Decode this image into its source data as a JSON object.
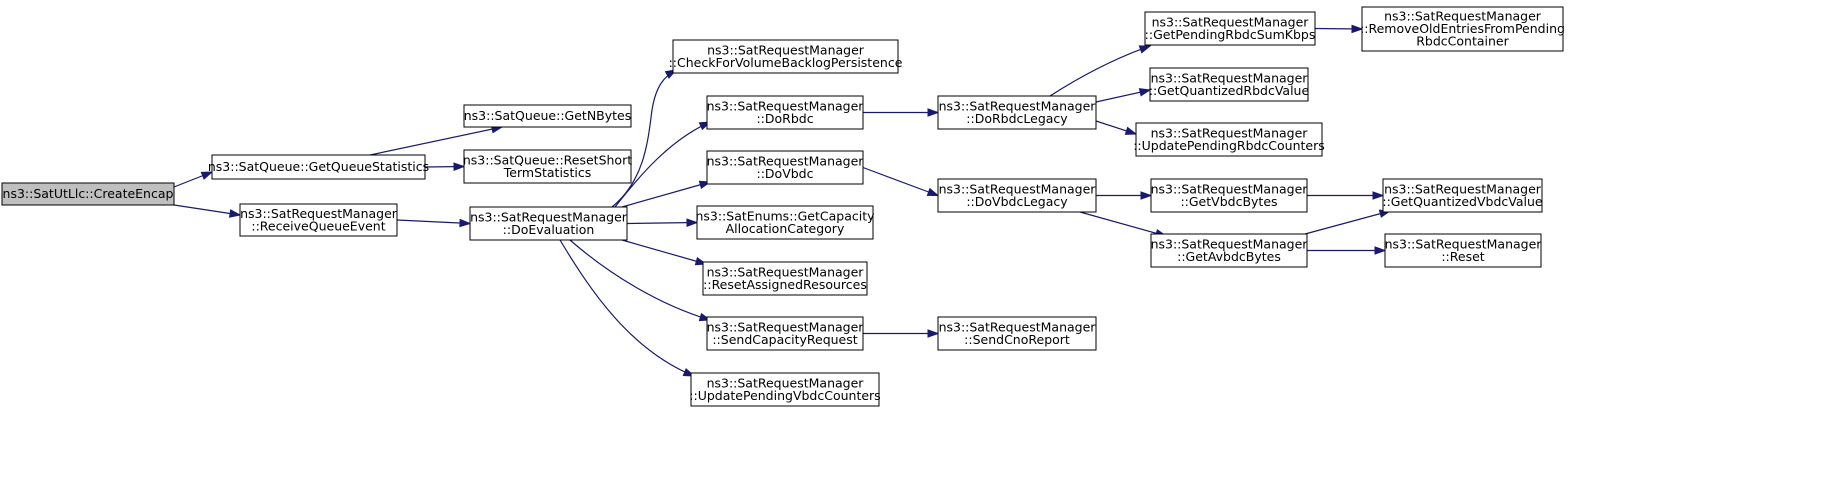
{
  "colors": {
    "edge": "#191970",
    "root_fill": "#bfbfbf",
    "node_fill": "#ffffff",
    "node_border": "#000000"
  },
  "nodes": [
    {
      "id": "create-encap",
      "lines": [
        "ns3::SatUtLlc::CreateEncap"
      ],
      "root": true
    },
    {
      "id": "get-queue-statistics",
      "lines": [
        "ns3::SatQueue::GetQueueStatistics"
      ]
    },
    {
      "id": "receive-queue-event",
      "lines": [
        "ns3::SatRequestManager",
        "::ReceiveQueueEvent"
      ]
    },
    {
      "id": "get-n-bytes",
      "lines": [
        "ns3::SatQueue::GetNBytes"
      ]
    },
    {
      "id": "reset-short-term-statistics",
      "lines": [
        "ns3::SatQueue::ResetShort",
        "TermStatistics"
      ]
    },
    {
      "id": "do-evaluation",
      "lines": [
        "ns3::SatRequestManager",
        "::DoEvaluation"
      ]
    },
    {
      "id": "check-for-volume-backlog-persistence",
      "lines": [
        "ns3::SatRequestManager",
        "::CheckForVolumeBacklogPersistence"
      ]
    },
    {
      "id": "do-rbdc",
      "lines": [
        "ns3::SatRequestManager",
        "::DoRbdc"
      ]
    },
    {
      "id": "do-vbdc",
      "lines": [
        "ns3::SatRequestManager",
        "::DoVbdc"
      ]
    },
    {
      "id": "get-capacity-allocation-category",
      "lines": [
        "ns3::SatEnums::GetCapacity",
        "AllocationCategory"
      ]
    },
    {
      "id": "reset-assigned-resources",
      "lines": [
        "ns3::SatRequestManager",
        "::ResetAssignedResources"
      ]
    },
    {
      "id": "send-capacity-request",
      "lines": [
        "ns3::SatRequestManager",
        "::SendCapacityRequest"
      ]
    },
    {
      "id": "update-pending-vbdc-counters",
      "lines": [
        "ns3::SatRequestManager",
        "::UpdatePendingVbdcCounters"
      ]
    },
    {
      "id": "do-rbdc-legacy",
      "lines": [
        "ns3::SatRequestManager",
        "::DoRbdcLegacy"
      ]
    },
    {
      "id": "do-vbdc-legacy",
      "lines": [
        "ns3::SatRequestManager",
        "::DoVbdcLegacy"
      ]
    },
    {
      "id": "send-cno-report",
      "lines": [
        "ns3::SatRequestManager",
        "::SendCnoReport"
      ]
    },
    {
      "id": "get-pending-rbdc-sum-kbps",
      "lines": [
        "ns3::SatRequestManager",
        "::GetPendingRbdcSumKbps"
      ]
    },
    {
      "id": "get-quantized-rbdc-value",
      "lines": [
        "ns3::SatRequestManager",
        "::GetQuantizedRbdcValue"
      ]
    },
    {
      "id": "update-pending-rbdc-counters",
      "lines": [
        "ns3::SatRequestManager",
        "::UpdatePendingRbdcCounters"
      ]
    },
    {
      "id": "get-vbdc-bytes",
      "lines": [
        "ns3::SatRequestManager",
        "::GetVbdcBytes"
      ]
    },
    {
      "id": "get-avbdc-bytes",
      "lines": [
        "ns3::SatRequestManager",
        "::GetAvbdcBytes"
      ]
    },
    {
      "id": "remove-old-entries-from-pending-rbdc-container",
      "lines": [
        "ns3::SatRequestManager",
        "::RemoveOldEntriesFromPending",
        "RbdcContainer"
      ]
    },
    {
      "id": "get-quantized-vbdc-value",
      "lines": [
        "ns3::SatRequestManager",
        "::GetQuantizedVbdcValue"
      ]
    },
    {
      "id": "reset",
      "lines": [
        "ns3::SatRequestManager",
        "::Reset"
      ]
    }
  ],
  "edges": [
    [
      "create-encap",
      "get-queue-statistics"
    ],
    [
      "create-encap",
      "receive-queue-event"
    ],
    [
      "get-queue-statistics",
      "get-n-bytes"
    ],
    [
      "get-queue-statistics",
      "reset-short-term-statistics"
    ],
    [
      "receive-queue-event",
      "do-evaluation"
    ],
    [
      "do-evaluation",
      "check-for-volume-backlog-persistence"
    ],
    [
      "do-evaluation",
      "do-rbdc"
    ],
    [
      "do-evaluation",
      "do-vbdc"
    ],
    [
      "do-evaluation",
      "get-capacity-allocation-category"
    ],
    [
      "do-evaluation",
      "reset-assigned-resources"
    ],
    [
      "do-evaluation",
      "send-capacity-request"
    ],
    [
      "do-evaluation",
      "update-pending-vbdc-counters"
    ],
    [
      "do-rbdc",
      "do-rbdc-legacy"
    ],
    [
      "do-vbdc",
      "do-vbdc-legacy"
    ],
    [
      "send-capacity-request",
      "send-cno-report"
    ],
    [
      "do-rbdc-legacy",
      "get-pending-rbdc-sum-kbps"
    ],
    [
      "do-rbdc-legacy",
      "get-quantized-rbdc-value"
    ],
    [
      "do-rbdc-legacy",
      "update-pending-rbdc-counters"
    ],
    [
      "get-pending-rbdc-sum-kbps",
      "remove-old-entries-from-pending-rbdc-container"
    ],
    [
      "do-vbdc-legacy",
      "get-vbdc-bytes"
    ],
    [
      "do-vbdc-legacy",
      "get-avbdc-bytes"
    ],
    [
      "get-vbdc-bytes",
      "get-quantized-vbdc-value"
    ],
    [
      "get-avbdc-bytes",
      "get-quantized-vbdc-value"
    ],
    [
      "get-avbdc-bytes",
      "reset"
    ]
  ]
}
